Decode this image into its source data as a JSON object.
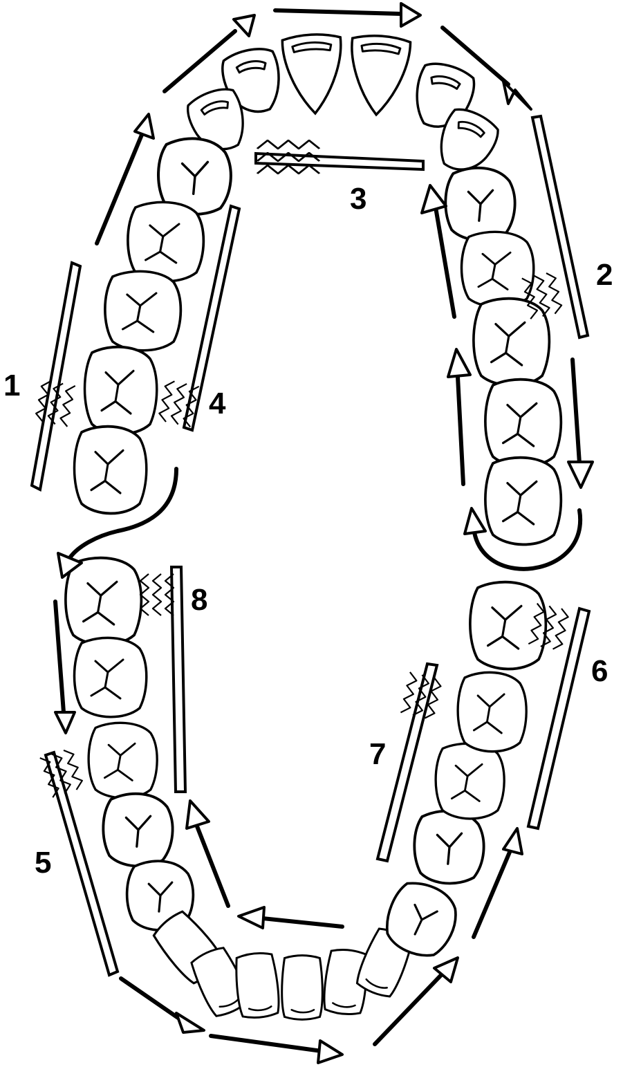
{
  "diagram": {
    "step_labels": {
      "s1": "1",
      "s2": "2",
      "s3": "3",
      "s4": "4",
      "s5": "5",
      "s6": "6",
      "s7": "7",
      "s8": "8"
    },
    "line_color": "#000000",
    "background": "#ffffff"
  }
}
